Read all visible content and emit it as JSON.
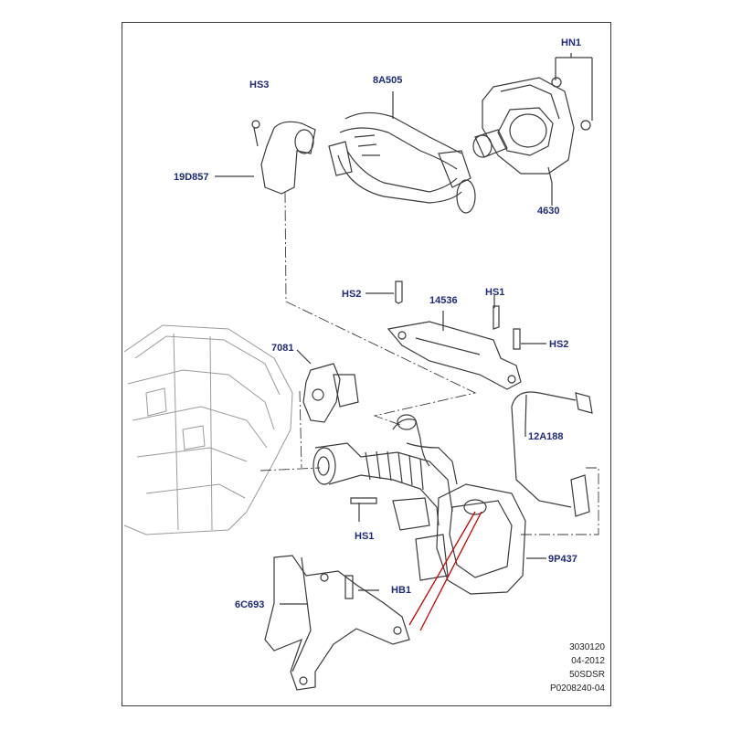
{
  "callouts": {
    "hn1": "HN1",
    "hs3": "HS3",
    "c8a505": "8A505",
    "c19d857": "19D857",
    "c4630": "4630",
    "hs2_top": "HS2",
    "c14536": "14536",
    "hs1_top": "HS1",
    "hs2_right": "HS2",
    "c7081": "7081",
    "c12a188": "12A188",
    "hs1_bottom": "HS1",
    "c9p437": "9P437",
    "hb1": "HB1",
    "c6c693": "6C693"
  },
  "footer": {
    "line1": "3030120",
    "line2": "04-2012",
    "line3": "50SDSR",
    "line4": "P0208240-04"
  },
  "colors": {
    "callout_text": "#1f2a7a",
    "line_art": "#3a3a3a",
    "highlight": "#cc0000"
  }
}
